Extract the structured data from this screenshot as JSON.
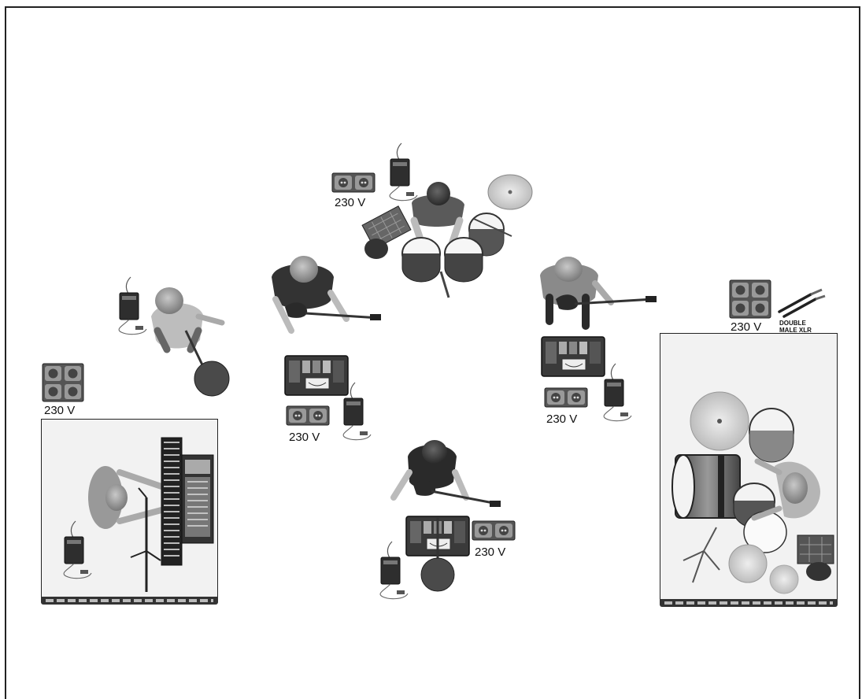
{
  "voltage_labels": {
    "top_center": "230 V",
    "keyboard": "230 V",
    "guitar_left": "230 V",
    "guitar_right": "230 V",
    "bass_center": "230 V",
    "drums": "230 V"
  },
  "xlr_label": {
    "line1": "DOUBLE",
    "line2": "MALE XLR"
  },
  "colors": {
    "outline": "#222222",
    "gray_dark": "#4a4a4a",
    "gray_mid": "#8a8a8a",
    "gray_light": "#cfcfcf",
    "riser_fill": "#f2f2f2"
  }
}
